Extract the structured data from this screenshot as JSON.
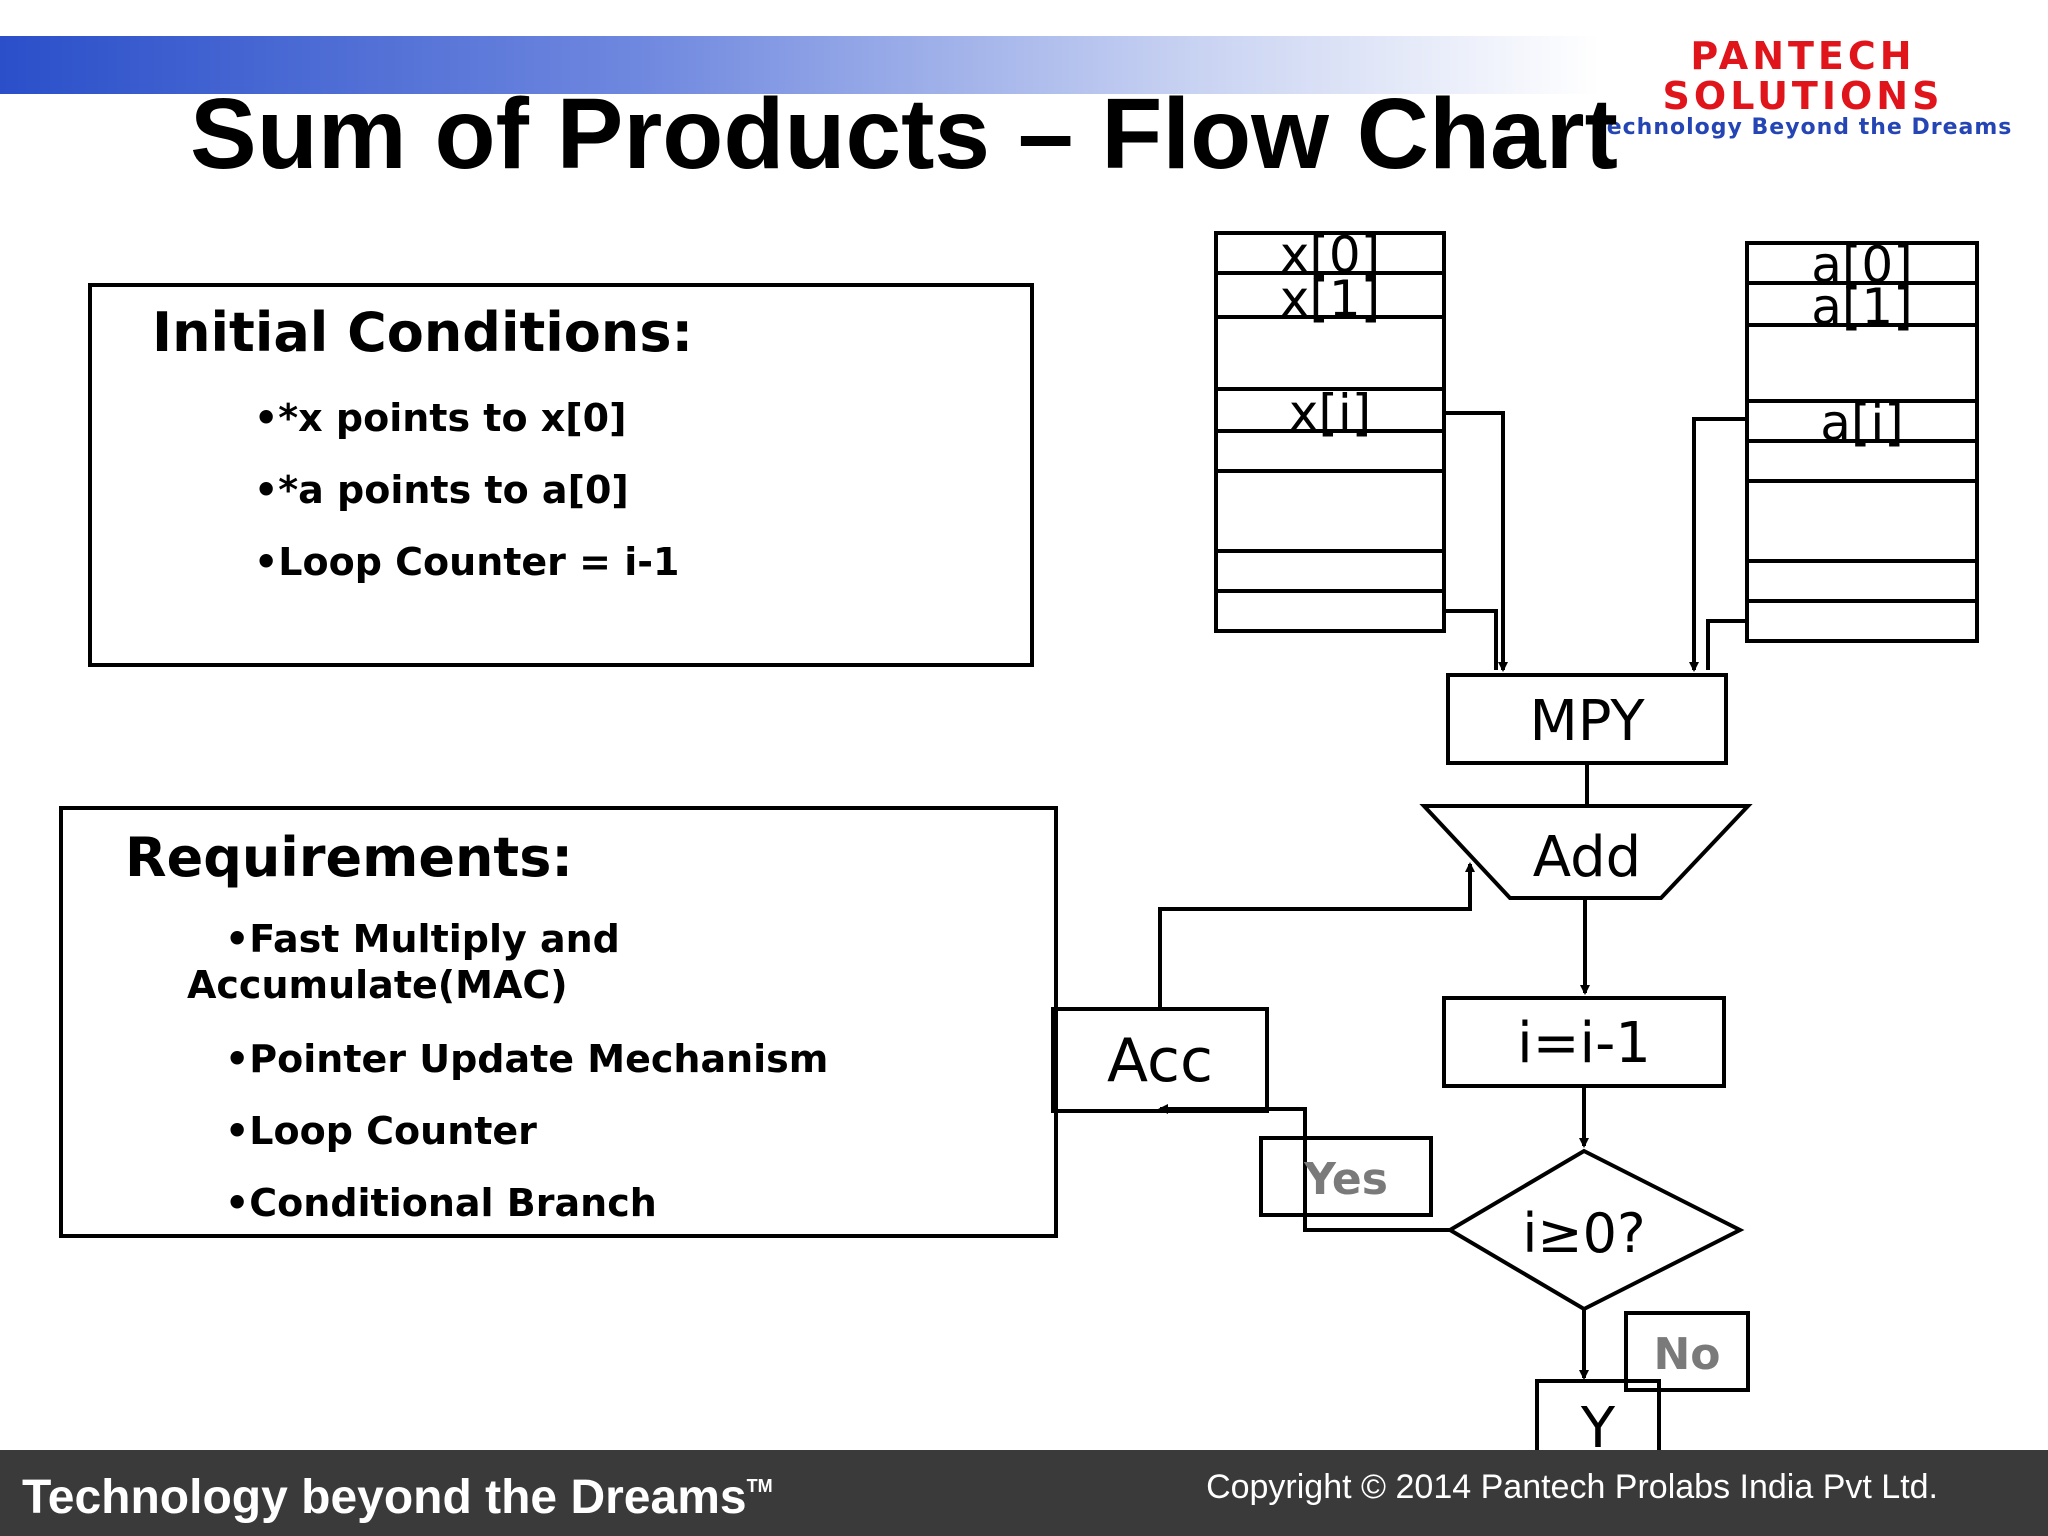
{
  "title": "Sum of Products – Flow Chart",
  "logo": {
    "name": "PANTECH SOLUTIONS",
    "tagline": "Technology Beyond the Dreams"
  },
  "initial_conditions": {
    "heading": "Initial Conditions:",
    "items": [
      "•*x points to x[0]",
      "•*a points to a[0]",
      "•Loop Counter = i-1"
    ]
  },
  "requirements": {
    "heading": "Requirements:",
    "items": [
      "•Fast Multiply and",
      "Accumulate(MAC)",
      "•Pointer Update Mechanism",
      "•Loop Counter",
      "•Conditional Branch"
    ]
  },
  "flowchart": {
    "x_array": [
      "x[0]",
      "x[1]",
      "x[i]"
    ],
    "a_array": [
      "a[0]",
      "a[1]",
      "a[i]"
    ],
    "mpy": "MPY",
    "add": "Add",
    "acc": "Acc",
    "decrement": "i=i-1",
    "condition": "i≥0?",
    "yes": "Yes",
    "no": "No",
    "output": "Y"
  },
  "footer": {
    "left": "Technology beyond the Dreams",
    "trademark": "TM",
    "right": "Copyright © 2014 Pantech Prolabs India Pvt Ltd."
  }
}
